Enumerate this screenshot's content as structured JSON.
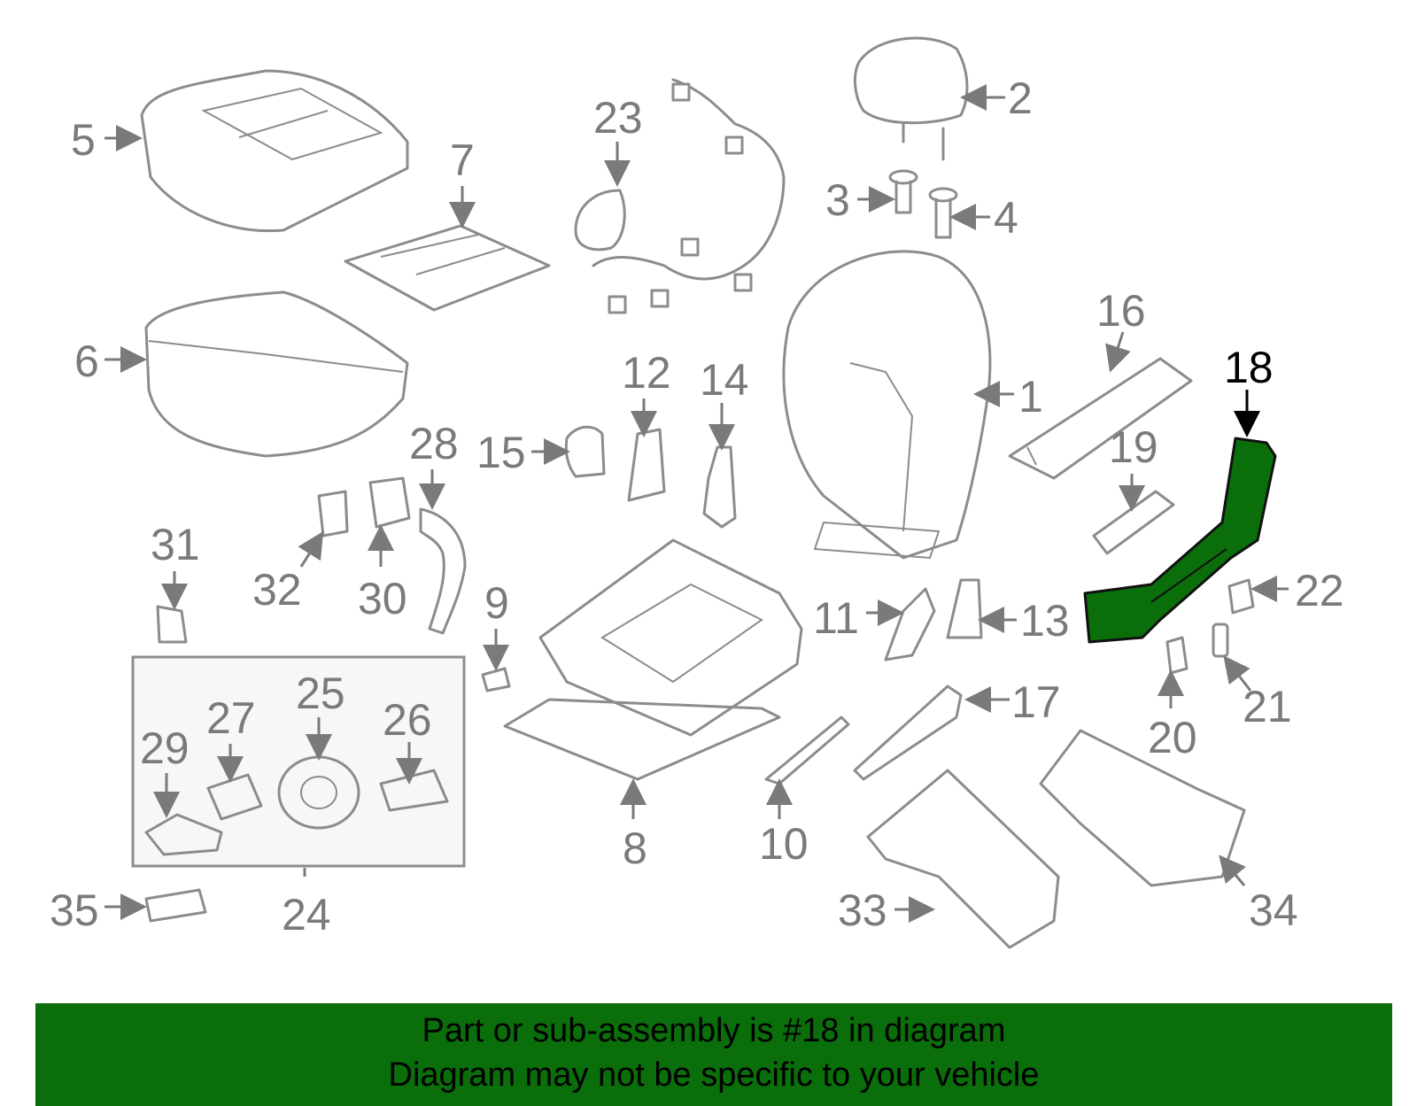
{
  "diagram": {
    "highlighted_part": "18",
    "callouts": [
      "1",
      "2",
      "3",
      "4",
      "5",
      "6",
      "7",
      "8",
      "9",
      "10",
      "11",
      "12",
      "13",
      "14",
      "15",
      "16",
      "17",
      "18",
      "19",
      "20",
      "21",
      "22",
      "23",
      "24",
      "25",
      "26",
      "27",
      "28",
      "29",
      "30",
      "31",
      "32",
      "33",
      "34",
      "35"
    ],
    "colors": {
      "highlight": "#0a6e0a",
      "line": "#8c8c8c",
      "label": "#7a7a7a",
      "banner": "#0a6e0a"
    }
  },
  "banner": {
    "line1": "Part or sub-assembly is #18 in diagram",
    "line2": "Diagram may not be specific to your vehicle"
  }
}
